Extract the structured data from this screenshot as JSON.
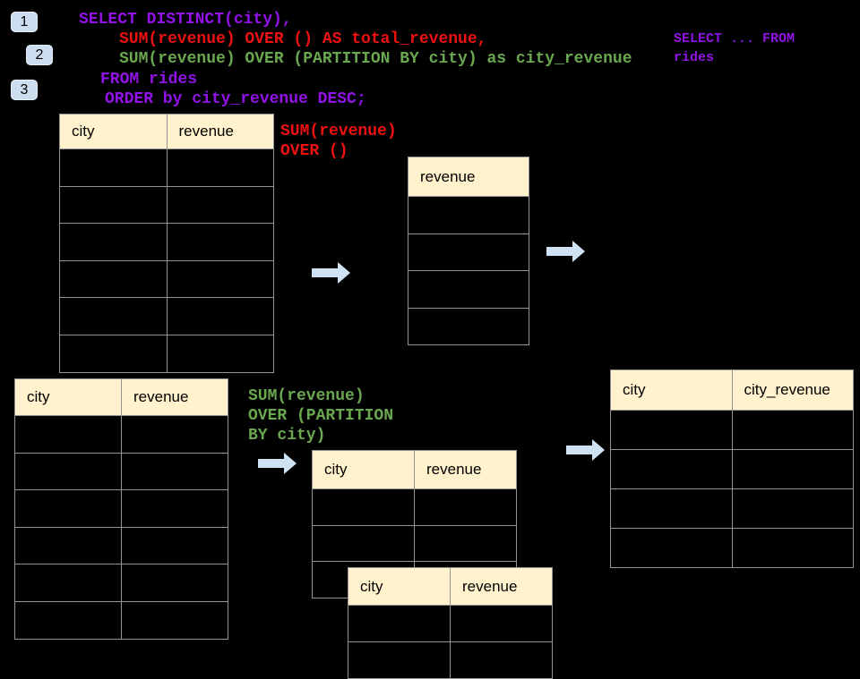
{
  "colors": {
    "background": "#000000",
    "sql_purple": "#9213E8",
    "sql_red": "#EE1111",
    "sql_green": "#6AA84F",
    "table_header_bg": "#FFF2CC",
    "table_border": "#949494",
    "arrow_blue": "#CFE2F3",
    "badge_blue": "#CDDDF0"
  },
  "step_badges": [
    {
      "label": "1"
    },
    {
      "label": "2"
    },
    {
      "label": "3"
    }
  ],
  "sql_code": {
    "lines": [
      {
        "text": "SELECT DISTINCT(city),",
        "color": "purple"
      },
      {
        "text": "SUM(revenue) OVER () AS total_revenue,",
        "color": "red"
      },
      {
        "text": "SUM(revenue) OVER (PARTITION BY city) as city_revenue",
        "color": "green"
      },
      {
        "text": "FROM rides",
        "color": "purple"
      },
      {
        "text": "ORDER by city_revenue DESC;",
        "color": "purple"
      }
    ]
  },
  "side_note": {
    "text": "SELECT ... FROM\nrides",
    "color": "purple"
  },
  "annotations": [
    {
      "id": "total-window",
      "text": "SUM(revenue)\nOVER ()",
      "color": "red"
    },
    {
      "id": "partition-window",
      "text": "SUM(revenue)\nOVER (PARTITION\nBY city)",
      "color": "green"
    }
  ],
  "tables": [
    {
      "id": "source-for-total",
      "columns": [
        "city",
        "revenue"
      ],
      "empty_rows": 6
    },
    {
      "id": "total-revenue-result",
      "columns": [
        "revenue"
      ],
      "empty_rows": 4
    },
    {
      "id": "source-for-partition",
      "columns": [
        "city",
        "revenue"
      ],
      "empty_rows": 6
    },
    {
      "id": "partition-intermediate",
      "columns": [
        "city",
        "revenue"
      ],
      "empty_rows": 3
    },
    {
      "id": "partition-overlay",
      "columns": [
        "city",
        "revenue"
      ],
      "empty_rows": 2
    },
    {
      "id": "city-revenue-result",
      "columns": [
        "city",
        "city_revenue"
      ],
      "empty_rows": 4
    }
  ],
  "arrows": [
    {
      "id": "to-total-result",
      "direction": "right"
    },
    {
      "id": "from-total-result",
      "direction": "right"
    },
    {
      "id": "to-partition-step",
      "direction": "right"
    },
    {
      "id": "to-city-revenue-result",
      "direction": "right"
    }
  ]
}
